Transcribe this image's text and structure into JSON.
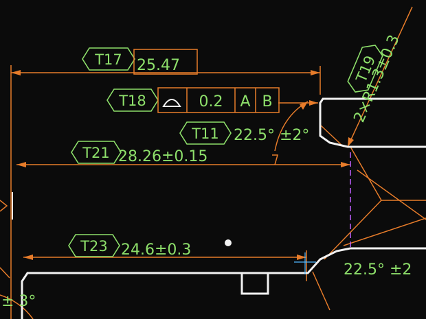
{
  "drawing": {
    "colors": {
      "background": "#0b0b0b",
      "dimension_lines": "#e77c2a",
      "annotation_text": "#8ee06b",
      "geometry": "#f2f2f2",
      "centerline": "#c060ff"
    },
    "t17": {
      "tag": "T17",
      "value": "25.47"
    },
    "t18": {
      "tag": "T18",
      "symbol": "profile-of-surface-icon",
      "tolerance": "0.2",
      "datum_a": "A",
      "datum_b": "B"
    },
    "t11": {
      "tag": "T11",
      "value": "22.5° ±2°"
    },
    "t21": {
      "tag": "T21",
      "value": "28.26±0.15"
    },
    "t23": {
      "tag": "T23",
      "value": "24.6±0.3"
    },
    "t19": {
      "tag": "T19",
      "value": "2×R1.3±0.3"
    },
    "angle_right": {
      "value": "22.5° ±2"
    },
    "angle_left": {
      "value": "± 3°"
    }
  }
}
